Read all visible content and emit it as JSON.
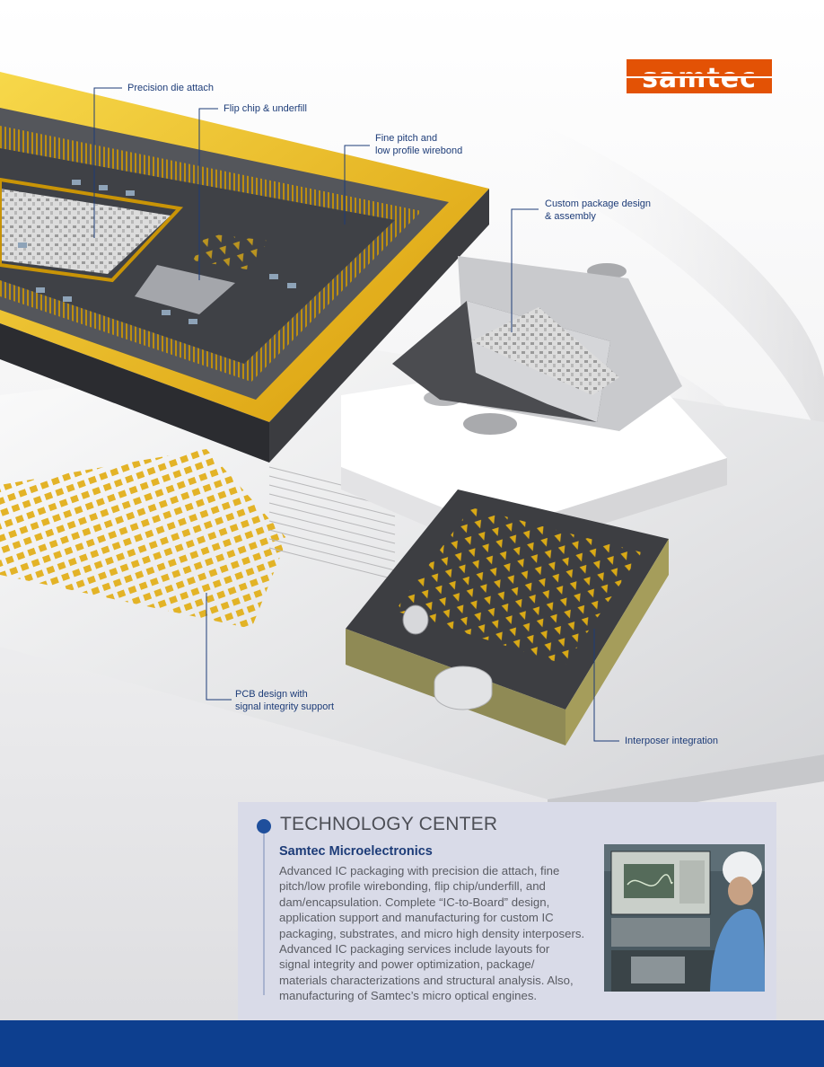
{
  "brand": {
    "logo_text": "samtec",
    "logo_color": "#e35205"
  },
  "callouts": {
    "precision_die_attach": "Precision die attach",
    "flip_chip": "Flip chip & underfill",
    "fine_pitch": [
      "Fine pitch and",
      "low profile wirebond"
    ],
    "custom_package": [
      "Custom package design",
      "& assembly"
    ],
    "pcb_design": [
      "PCB design with",
      "signal integrity support"
    ],
    "interposer": "Interposer integration"
  },
  "tech_center": {
    "heading": "TECHNOLOGY CENTER",
    "subheading": "Samtec Microelectronics",
    "body_lines": [
      "Advanced IC packaging with precision die attach, fine",
      "pitch/low profile wirebonding, flip chip/underfill, and",
      "dam/encapsulation. Complete “IC-to-Board” design,",
      "application support and manufacturing for custom IC",
      "packaging, substrates, and micro high density interposers.",
      "Advanced IC packaging services include layouts for",
      "signal integrity and power optimization, package/",
      "materials characterizations and structural analysis. Also,",
      "manufacturing of Samtec’s micro optical engines."
    ]
  },
  "colors": {
    "accent_blue": "#1d3c78",
    "footer_blue": "#0d3f8f",
    "panel_bg": "#d9dbe8",
    "gold": "#e8b413"
  }
}
